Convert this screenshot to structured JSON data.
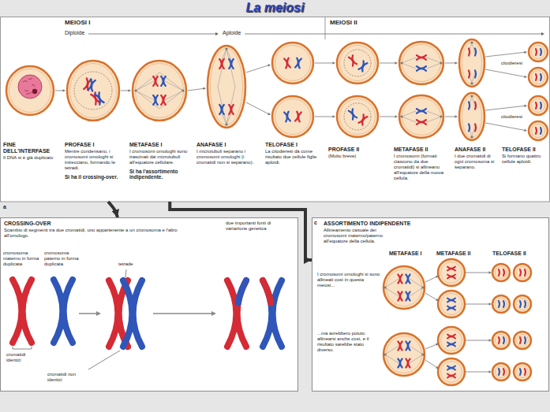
{
  "diagram": {
    "title": "La meiosi",
    "nodes": [
      {
        "text": [
          "FINE DELL'INTERFASE",
          "Il DNA si è già duplicato"
        ]
      },
      {
        "text": [
          "PROFASE I",
          "Mentre condensano, i cromosomi omologhi si intrecciano, formando le tetradi.",
          "Si ha il crossing-over."
        ]
      },
      {
        "text": [
          "METAFASE I",
          "I cromosomi omologhi sono trascinati dai microtubuli all'equatore cellulare.",
          "Si ha l'assortimento indipendente."
        ]
      },
      {
        "text": [
          "ANAFASE I",
          "I microtubuli separano i cromosomi omologhi (i cromatidi non si separano)."
        ]
      },
      {
        "text": [
          "TELOFASE I",
          "La citodieresi dà come risultato due cellule figlie aploidi."
        ]
      },
      {
        "text": [
          "PROFASE II",
          "(Molto breve)"
        ]
      },
      {
        "text": [
          "METAFASE II",
          "I cromosomi (formati ciascuno da due cromatidi) si allineano all'equatore della nuova cellula."
        ]
      },
      {
        "text": [
          "ANAFASE II",
          "I due cromatidi di ogni cromosoma si separano."
        ]
      },
      {
        "text": [
          "TELOFASE II",
          "Si formano quattro cellule aploidi."
        ]
      },
      {
        "text": [
          "CROSSING-OVER",
          "Scambio di segmenti tra due cromatidi, uno appartenente a un cromosoma e l'altro all'omologo."
        ]
      },
      {
        "text": [
          "ASSORTIMENTO INDIPENDENTE",
          "Allineamento casuale dei cromosomi materno/paterno all'equatore della cellula."
        ]
      }
    ],
    "edges": [
      {
        "from": 1,
        "to": 9,
        "arrow": "to"
      },
      {
        "from": 2,
        "to": 10,
        "arrow": "to"
      }
    ],
    "labels": [
      "MEIOSI I",
      "MEIOSI II",
      "Diploide",
      "Aploide",
      "citodieresi",
      "citodieresi",
      "due importanti fonti di variazione genetica",
      "a",
      "cromosoma materno in forma duplicata",
      "cromosoma paterno in forma duplicata",
      "tetrade",
      "cromatidi identici",
      "cromatidi non identici",
      "c",
      "METAFASE I",
      "METAFASE II",
      "TELOFASE II",
      "I cromosomi omologhi si sono allineati così in questa meiosi...",
      "...ma avrebbero potuto allinearsi anche così, e il risultato sarebbe stato diverso."
    ]
  }
}
